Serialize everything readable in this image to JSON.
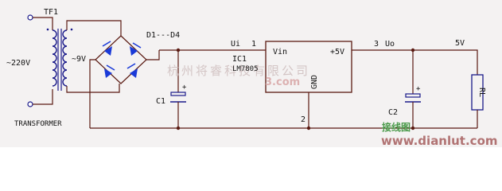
{
  "labels": {
    "transformer_ref": "TF1",
    "primary_voltage": "~220V",
    "secondary_voltage": "~9V",
    "diodes": "D1---D4",
    "ui_label": "Ui",
    "pin1": "1",
    "ic_ref": "IC1",
    "ic_part": "LM7805",
    "vin": "Vin",
    "vout": "+5V",
    "gnd": "GND",
    "pin3": "3",
    "uo_label": "Uo",
    "pin2": "2",
    "out_voltage": "5V",
    "c1": "C1",
    "c2": "C2",
    "rl": "RL",
    "plus_c1": "+",
    "plus_c2": "+",
    "transformer_name": "TRANSFORMER"
  },
  "watermarks": {
    "company": "杭州将睿科技有限公司",
    "site_domain": "3.com",
    "site_cn": "接线图",
    "site_url": "www.dianlut.com"
  }
}
